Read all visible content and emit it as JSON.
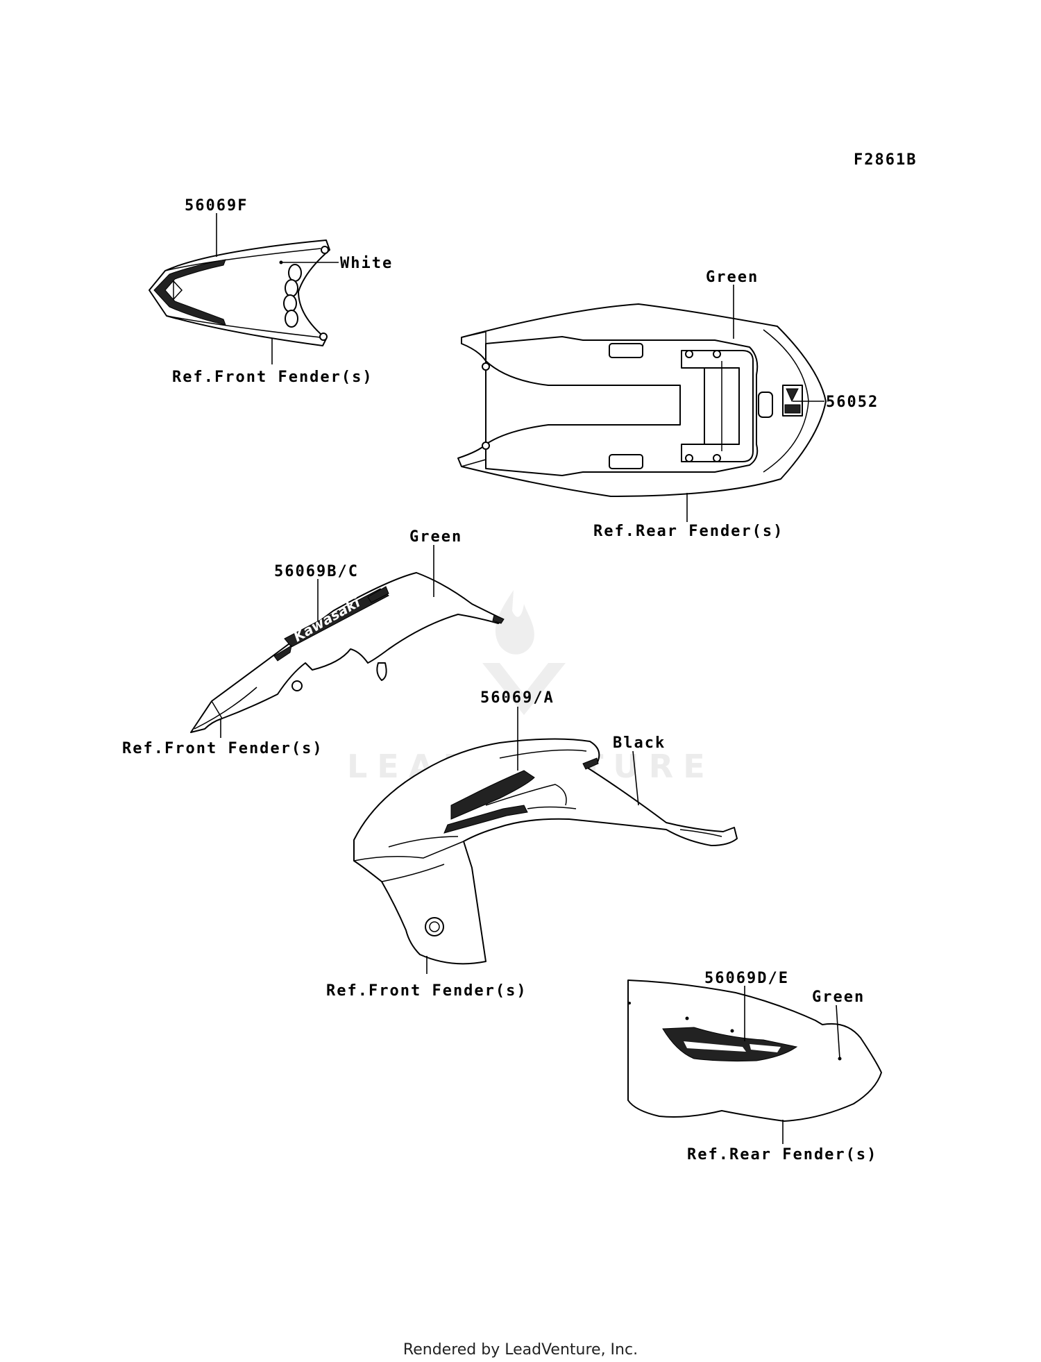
{
  "figure_code": "F2861B",
  "watermark": "LEADVENTURE",
  "callouts": {
    "p56069F": "56069F",
    "white": "White",
    "ref_front_fender_1": "Ref.Front Fender(s)",
    "green_1": "Green",
    "p56052": "56052",
    "ref_rear_fender_1": "Ref.Rear Fender(s)",
    "green_2": "Green",
    "p56069BC": "56069B/C",
    "ref_front_fender_2": "Ref.Front Fender(s)",
    "p56069A": "56069/A",
    "black": "Black",
    "ref_front_fender_3": "Ref.Front Fender(s)",
    "p56069DE": "56069D/E",
    "green_3": "Green",
    "ref_rear_fender_2": "Ref.Rear Fender(s)"
  },
  "decal_text": {
    "kawasaki": "Kawasaki"
  },
  "footer": "Rendered by LeadVenture, Inc."
}
